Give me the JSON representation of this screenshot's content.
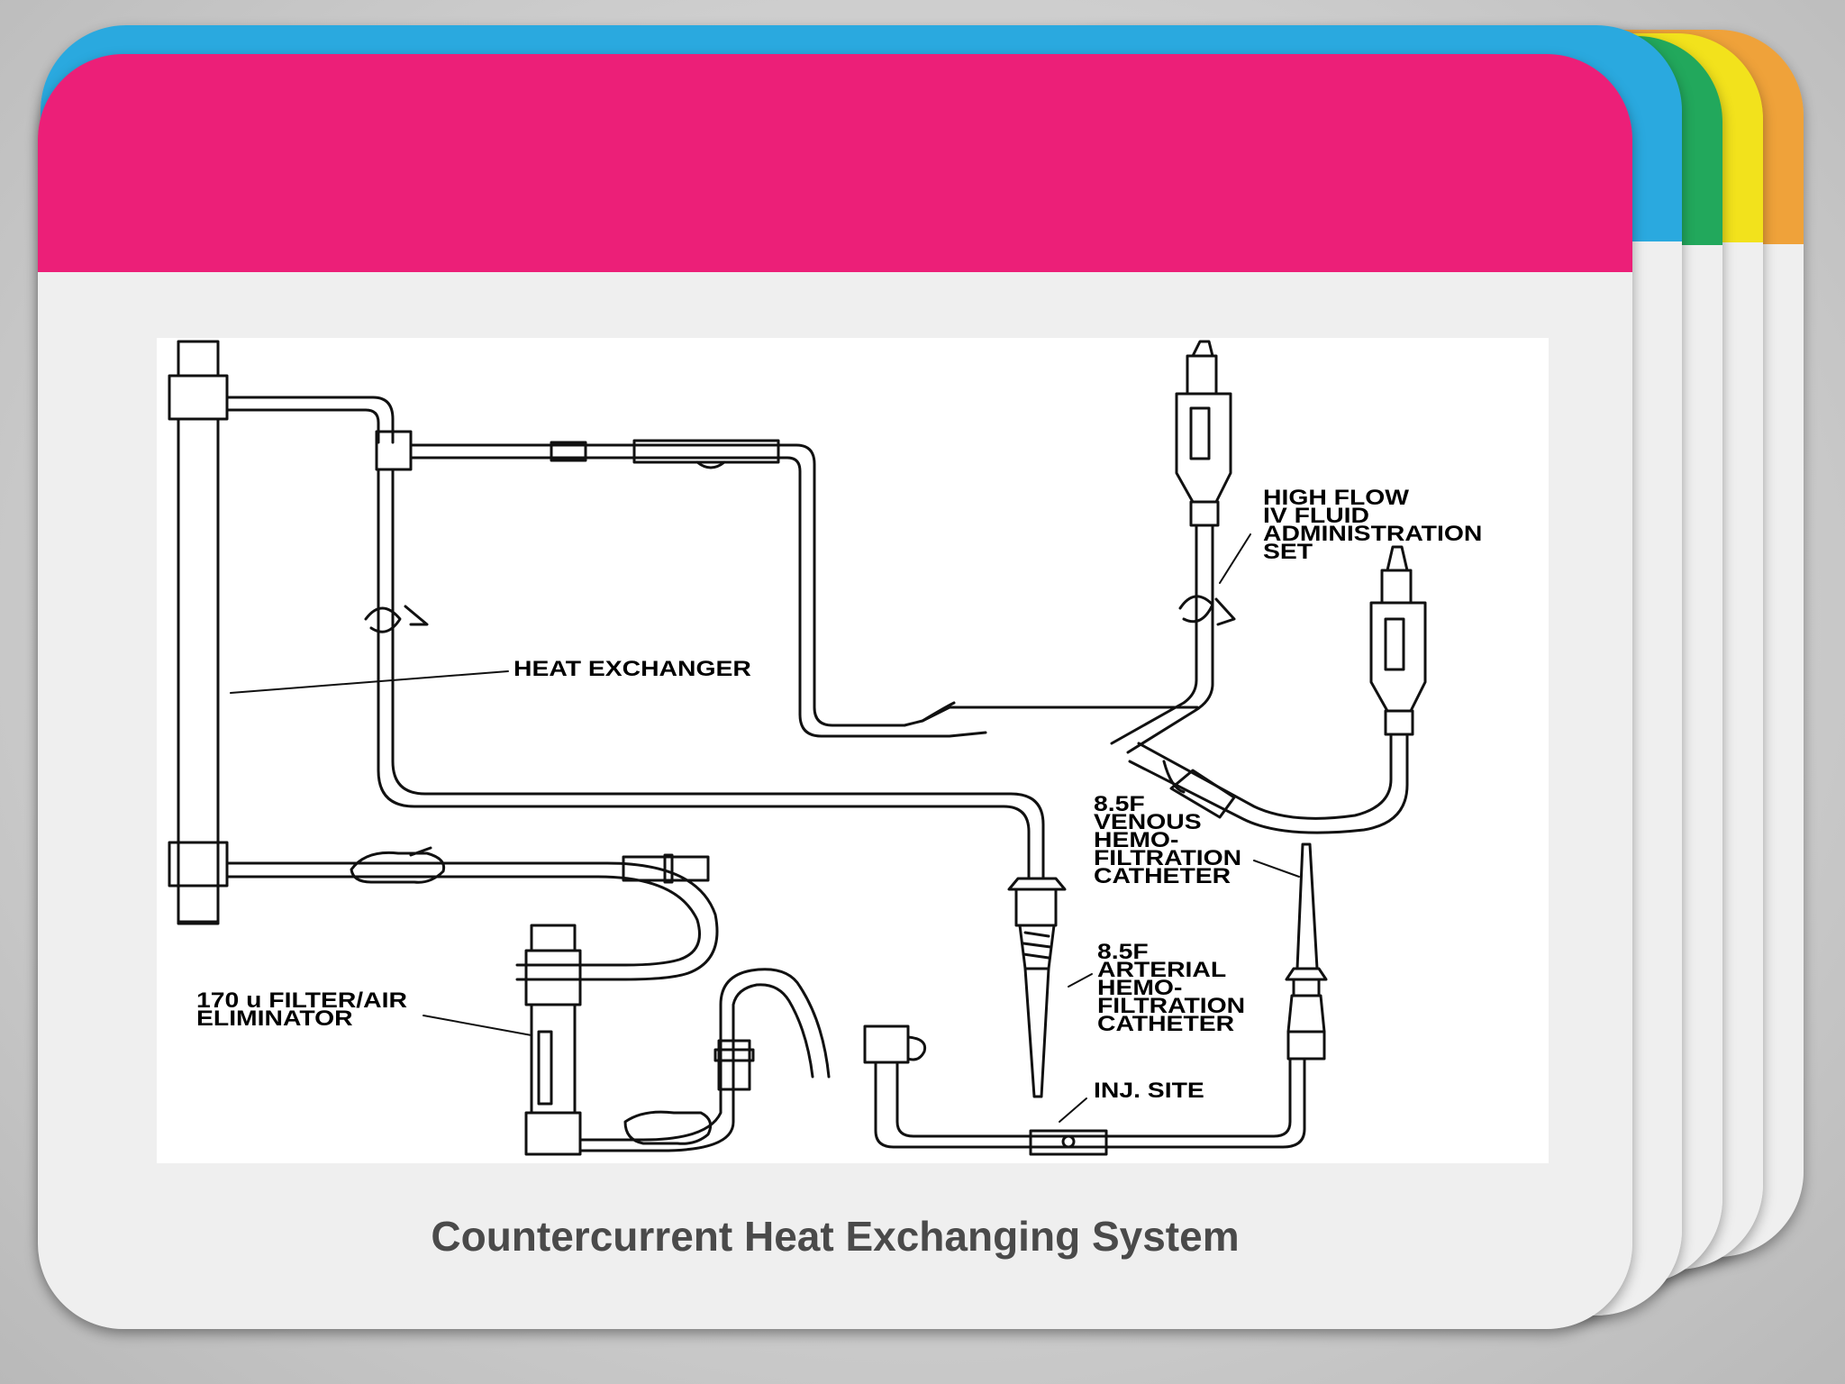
{
  "colors": {
    "front_band": "#ec1f78",
    "blue_band": "#2aa9df",
    "green_band": "#22a85c",
    "yellow_band": "#f2e21c",
    "orange_band": "#efa23a",
    "card_body": "#efefef",
    "caption_text": "#4a4a4a"
  },
  "diagram": {
    "labels": {
      "heat_exchanger": "HEAT EXCHANGER",
      "high_flow": "HIGH FLOW\nIV FLUID\nADMINISTRATION\nSET",
      "venous": "8.5F\nVENOUS\nHEMO-\nFILTRATION\nCATHETER",
      "arterial": "8.5F\nARTERIAL\nHEMO-\nFILTRATION\nCATHETER",
      "filter": "170 u FILTER/AIR\nELIMINATOR",
      "inj_site": "INJ. SITE"
    }
  },
  "caption": "Countercurrent Heat Exchanging System"
}
